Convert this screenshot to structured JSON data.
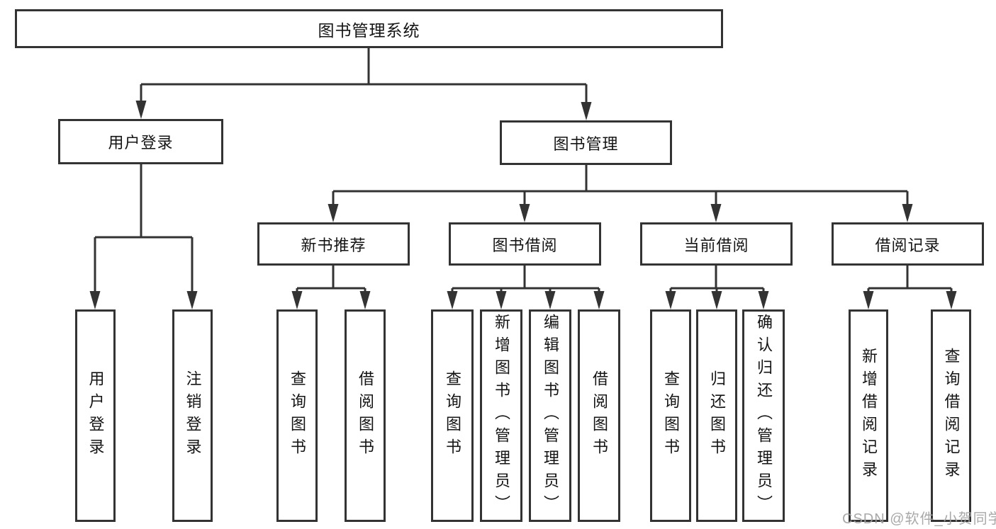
{
  "diagram_title": "图书管理系统",
  "tree": {
    "root": {
      "label": "图书管理系统"
    },
    "user_login": {
      "label": "用户登录",
      "children": [
        {
          "label": "用户登录"
        },
        {
          "label": "注销登录"
        }
      ]
    },
    "book_mgmt": {
      "label": "图书管理",
      "groups": [
        {
          "label": "新书推荐",
          "children": [
            {
              "label": "查询图书"
            },
            {
              "label": "借阅图书"
            }
          ]
        },
        {
          "label": "图书借阅",
          "children": [
            {
              "label": "查询图书"
            },
            {
              "label": "新增图书（管理员）"
            },
            {
              "label": "编辑图书（管理员）"
            },
            {
              "label": "借阅图书"
            }
          ]
        },
        {
          "label": "当前借阅",
          "children": [
            {
              "label": "查询图书"
            },
            {
              "label": "归还图书"
            },
            {
              "label": "确认归还（管理员）"
            }
          ]
        },
        {
          "label": "借阅记录",
          "children": [
            {
              "label": "新增借阅记录"
            },
            {
              "label": "查询借阅记录"
            }
          ]
        }
      ]
    }
  },
  "watermark": {
    "text": "CSDN @软件_小贺同学"
  },
  "colors": {
    "line": "#333333",
    "text": "#141414",
    "background": "#ffffff",
    "watermark": "#a0a0a0"
  }
}
